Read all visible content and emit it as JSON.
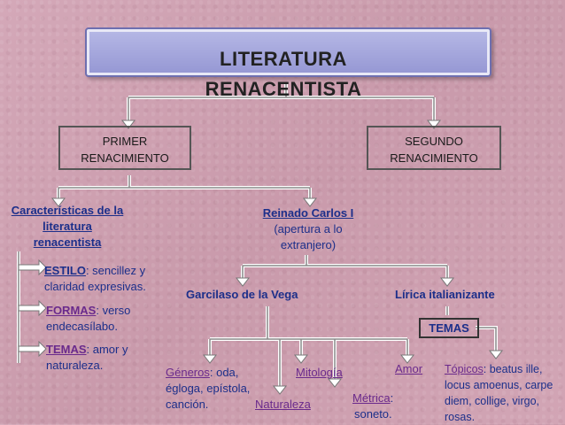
{
  "title": {
    "line1": "LITERATURA",
    "line2": "RENACENTISTA"
  },
  "periods": {
    "first": {
      "line1": "PRIMER",
      "line2": "RENACIMIENTO"
    },
    "second": {
      "line1": "SEGUNDO",
      "line2": "RENACIMIENTO"
    }
  },
  "characteristics": {
    "heading": {
      "line1": "Características de la",
      "line2": "literatura",
      "line3": "renacentista"
    },
    "estilo": {
      "key": "ESTILO",
      "rest1": ": sencillez y",
      "rest2": "claridad expresivas."
    },
    "formas": {
      "key": "FORMAS",
      "rest1": ": verso",
      "rest2": "endecasílabo."
    },
    "temas": {
      "key": "TEMAS",
      "rest1": ": amor y",
      "rest2": "naturaleza."
    }
  },
  "reinado": {
    "line1": "Reinado Carlos I",
    "line2": "(apertura a lo",
    "line3": "extranjero)"
  },
  "garcilaso": "Garcilaso de la Vega",
  "lirica": "Lírica italianizante",
  "temas_box": "TEMAS",
  "generos": {
    "key": "Géneros",
    "rest1": ": oda,",
    "line2": "égloga, epístola,",
    "line3": "canción."
  },
  "mitologia": "Mitología",
  "naturaleza": "Naturaleza",
  "metrica": {
    "key": "Métrica",
    "rest": ":",
    "line2": "soneto."
  },
  "amor": "Amor",
  "topicos": {
    "key": "Tópicos",
    "rest1": ": beatus ille,",
    "line2": "locus amoenus, carpe",
    "line3": "diem, collige, virgo,",
    "line4": "rosas."
  },
  "colors": {
    "title_box": "#9ea0db",
    "dark_blue": "#1c2f8a",
    "purple": "#6a2a8c",
    "background": "#cfa3b3"
  }
}
